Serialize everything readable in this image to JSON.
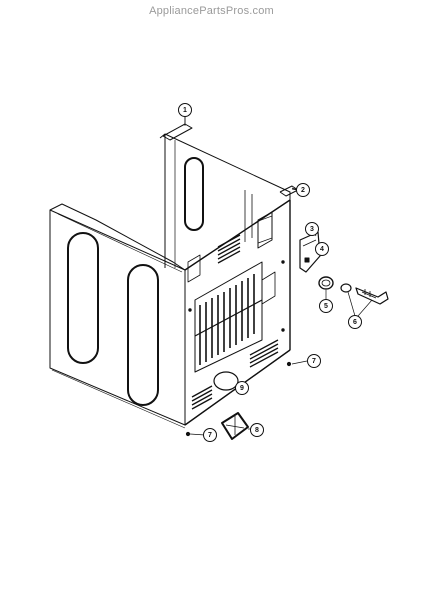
{
  "watermark": "AppliancePartsPros.com",
  "callouts": {
    "c1": "1",
    "c2": "2",
    "c3": "3",
    "c4": "4",
    "c5": "5",
    "c6": "6",
    "c7a": "7",
    "c7b": "7",
    "c8": "8",
    "c9": "9"
  },
  "colors": {
    "ink": "#111111",
    "watermark": "#9a9a9a"
  }
}
